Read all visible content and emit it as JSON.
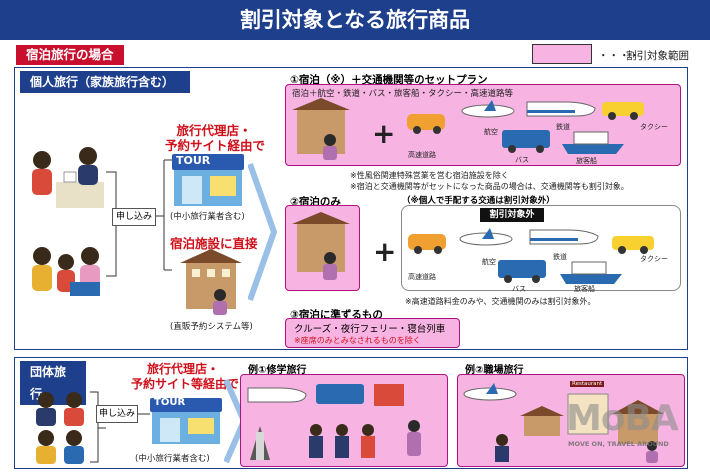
{
  "title": "割引対象となる旅行商品",
  "accommodation_label": "宿泊旅行の場合",
  "legend": {
    "dots": "・・・・",
    "text": "割引対象範囲"
  },
  "individual": {
    "header": "個人旅行（家族旅行含む）",
    "apply_label": "申し込み",
    "agency_label_1": "旅行代理店・",
    "agency_label_2": "予約サイト経由で",
    "tour_sign": "TOUR",
    "agency_caption": "(中小旅行業者含む)",
    "facility_label": "宿泊施設に直接",
    "facility_caption": "(直販予約システム等)"
  },
  "plan1": {
    "heading": "①宿泊（※）＋交通機関等のセットプラン",
    "subheading": "宿泊＋航空・鉄道・バス・旅客船・タクシー・高速道路等",
    "labels": {
      "highway": "高速道路",
      "air": "航空",
      "rail": "鉄道",
      "taxi": "タクシー",
      "bus": "バス",
      "ship": "旅客船"
    },
    "note1": "※性風俗関連特殊営業を営む宿泊施設を除く",
    "note2": "※宿泊と交通機関等がセットになった商品の場合は、交通機関等も割引対象。"
  },
  "plan2": {
    "heading": "②宿泊のみ",
    "note_paren": "（※個人で手配する交通は割引対象外）",
    "excluded_label": "割引対象外",
    "labels": {
      "highway": "高速道路",
      "air": "航空",
      "rail": "鉄道",
      "taxi": "タクシー",
      "bus": "バス",
      "ship": "旅客船"
    },
    "note": "※高速道路料金のみや、交通機関のみは割引対象外。"
  },
  "plan3": {
    "heading": "③宿泊に準ずるもの",
    "box_line1": "クルーズ・夜行フェリー・寝台列車",
    "box_line2": "※座席のみとみなされるものを除く"
  },
  "group": {
    "header": "団体旅行",
    "agency_label_1": "旅行代理店・",
    "agency_label_2": "予約サイト等経由で",
    "apply_label": "申し込み",
    "tour_sign": "TOUR",
    "agency_caption": "(中小旅行業者含む)",
    "example1": "例①修学旅行",
    "example2": "例②職場旅行",
    "restaurant_sign": "Restaurant"
  },
  "watermark": {
    "logo": "MoBA",
    "tagline": "MOVE ON, TRAVEL AROUND"
  },
  "colors": {
    "navy": "#1e3f8c",
    "red": "#c8102e",
    "pink": "#f7b3e2",
    "magenta": "#b0127f"
  }
}
